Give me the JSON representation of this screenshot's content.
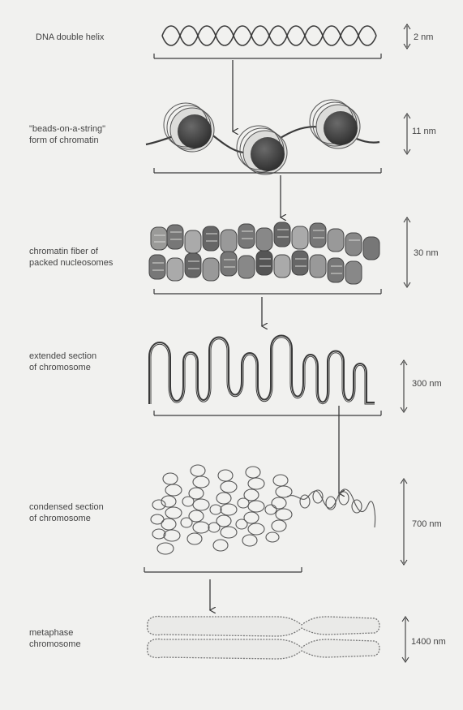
{
  "levels": [
    {
      "label_lines": [
        "DNA double helix"
      ],
      "scale": "2 nm",
      "icon": "dna-double-helix"
    },
    {
      "label_lines": [
        "\"beads-on-a-string\"",
        "form of chromatin"
      ],
      "scale": "11 nm",
      "icon": "nucleosome-beads"
    },
    {
      "label_lines": [
        "chromatin fiber of",
        "packed nucleosomes"
      ],
      "scale": "30 nm",
      "icon": "chromatin-fiber"
    },
    {
      "label_lines": [
        "extended section",
        "of chromosome"
      ],
      "scale": "300 nm",
      "icon": "looped-domain"
    },
    {
      "label_lines": [
        "condensed section",
        "of chromosome"
      ],
      "scale": "700 nm",
      "icon": "condensed-coils"
    },
    {
      "label_lines": [
        "metaphase",
        "chromosome"
      ],
      "scale": "1400 nm",
      "icon": "metaphase-chromosome"
    }
  ],
  "colors": {
    "ink": "#3a3a3a",
    "nucleosome": "#4a4a4a",
    "background": "#f1f1ef"
  }
}
